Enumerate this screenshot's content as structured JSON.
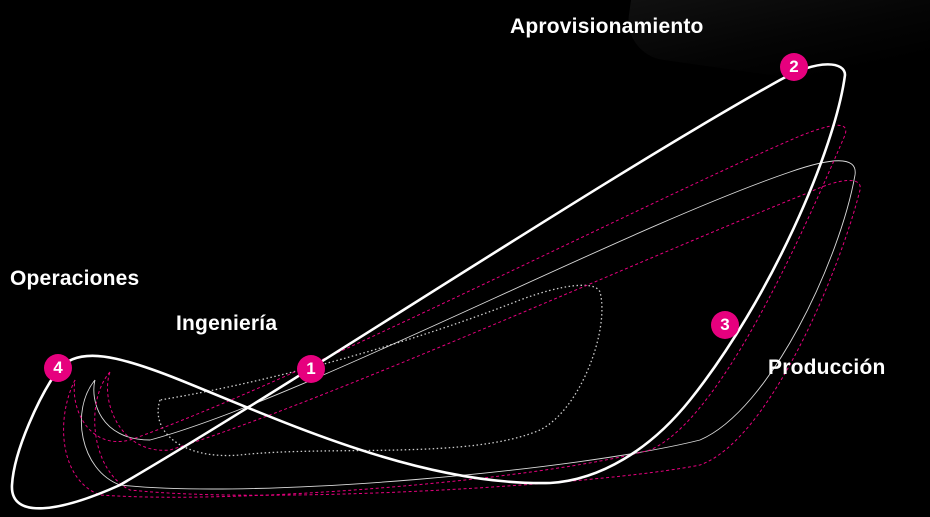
{
  "diagram": {
    "labels": {
      "aprovisionamiento": "Aprovisionamiento",
      "operaciones": "Operaciones",
      "ingenieria": "Ingeniería",
      "produccion": "Producción"
    },
    "steps": {
      "step1": "1",
      "step2": "2",
      "step3": "3",
      "step4": "4"
    },
    "colors": {
      "background": "#000000",
      "accent": "#e6007e",
      "line": "#ffffff"
    }
  }
}
